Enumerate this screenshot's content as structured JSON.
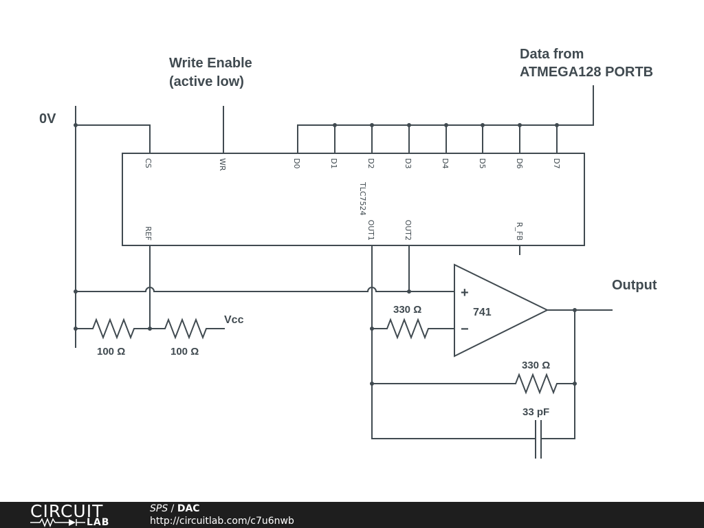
{
  "diagram": {
    "labels": {
      "ground": "0V",
      "write_enable_line1": "Write Enable",
      "write_enable_line2": "(active low)",
      "data_from_line1": "Data from",
      "data_from_line2": "ATMEGA128 PORTB",
      "output": "Output",
      "vcc": "Vcc"
    },
    "dac_chip": {
      "part": "TLC7524",
      "pins_top": [
        "CS",
        "WR",
        "D0",
        "D1",
        "D2",
        "D3",
        "D4",
        "D5",
        "D6",
        "D7"
      ],
      "pins_bottom": [
        "REF",
        "OUT1",
        "OUT2",
        "R_FB"
      ]
    },
    "opamp": {
      "part": "741",
      "plus": "+",
      "minus": "−"
    },
    "components": {
      "r_divider_left": "100 Ω",
      "r_divider_right": "100 Ω",
      "r_input": "330 Ω",
      "r_feedback": "330 Ω",
      "c_feedback": "33 pF"
    }
  },
  "footer": {
    "logo_top": "CIRCUIT",
    "logo_bottom": "LAB",
    "user": "SPS",
    "separator": " / ",
    "project": "DAC",
    "url": "http://circuitlab.com/c7u6nwb"
  }
}
